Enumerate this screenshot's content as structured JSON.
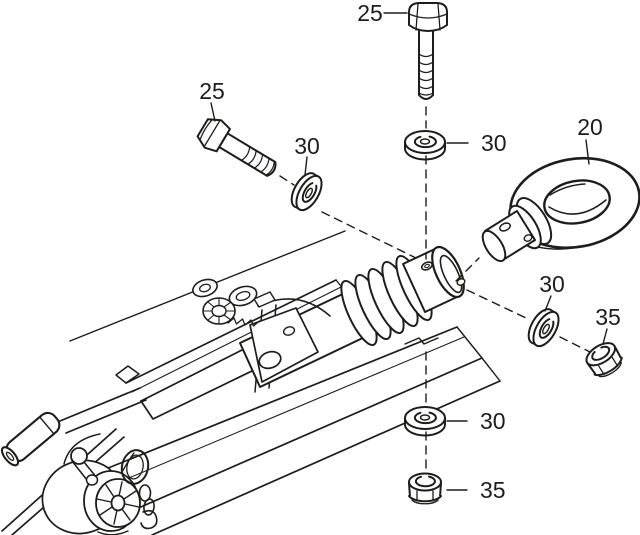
{
  "meta": {
    "type": "exploded-parts-diagram",
    "subject": "trailer drawbar assembly with towing eye and fasteners"
  },
  "colors": {
    "background": "#ffffff",
    "line": "#1d1d1b"
  },
  "parts": [
    {
      "ref": "20",
      "name": "towing-eye",
      "occurrences": 1
    },
    {
      "ref": "25",
      "name": "hex-bolt",
      "occurrences": 2
    },
    {
      "ref": "30",
      "name": "lock-washer",
      "occurrences": 4
    },
    {
      "ref": "35",
      "name": "flange-lock-nut",
      "occurrences": 2
    }
  ],
  "callouts": [
    {
      "id": "callout-25-top",
      "label": "25",
      "part": "hex-bolt"
    },
    {
      "id": "callout-25-left",
      "label": "25",
      "part": "hex-bolt"
    },
    {
      "id": "callout-30-left",
      "label": "30",
      "part": "lock-washer"
    },
    {
      "id": "callout-30-top",
      "label": "30",
      "part": "lock-washer"
    },
    {
      "id": "callout-20",
      "label": "20",
      "part": "towing-eye"
    },
    {
      "id": "callout-30-right",
      "label": "30",
      "part": "lock-washer"
    },
    {
      "id": "callout-35-right",
      "label": "35",
      "part": "flange-lock-nut"
    },
    {
      "id": "callout-30-bottom",
      "label": "30",
      "part": "lock-washer"
    },
    {
      "id": "callout-35-bottom",
      "label": "35",
      "part": "flange-lock-nut"
    }
  ]
}
